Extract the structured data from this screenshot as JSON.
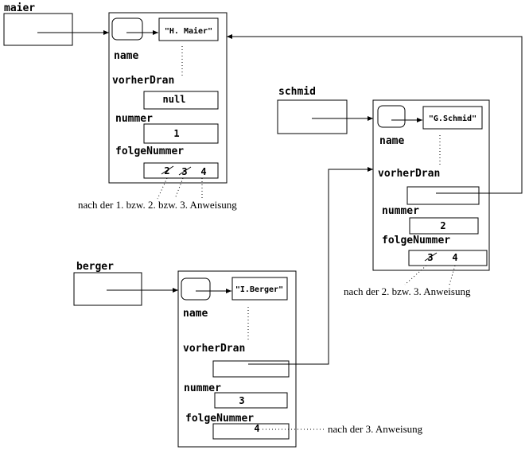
{
  "variables": {
    "maier": "maier",
    "schmid": "schmid",
    "berger": "berger"
  },
  "objects": {
    "maier": {
      "name_value": "\"H. Maier\"",
      "name_label": "name",
      "vorher_label": "vorherDran",
      "vorher_value": "null",
      "nummer_label": "nummer",
      "nummer_value": "1",
      "folge_label": "folgeNummer",
      "folge_values": [
        "2",
        "3",
        "4"
      ]
    },
    "schmid": {
      "name_value": "\"G.Schmid\"",
      "name_label": "name",
      "vorher_label": "vorherDran",
      "nummer_label": "nummer",
      "nummer_value": "2",
      "folge_label": "folgeNummer",
      "folge_values": [
        "3",
        "4"
      ]
    },
    "berger": {
      "name_value": "\"I.Berger\"",
      "name_label": "name",
      "vorher_label": "vorherDran",
      "nummer_label": "nummer",
      "nummer_value": "3",
      "folge_label": "folgeNummer",
      "folge_values": [
        "4"
      ]
    }
  },
  "annotations": {
    "maier_note": "nach der 1. bzw. 2. bzw. 3. Anweisung",
    "schmid_note": "nach der 2. bzw. 3. Anweisung",
    "berger_note": "nach der 3. Anweisung"
  }
}
